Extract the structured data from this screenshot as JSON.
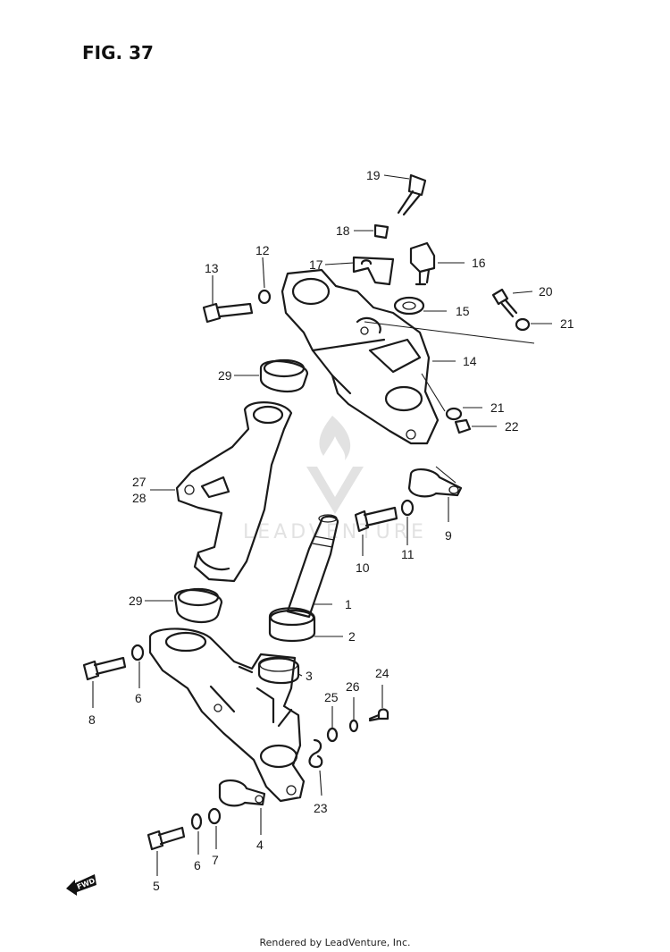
{
  "figure_title": "FIG. 37",
  "fwd_mark": "FWD",
  "watermark_text": "LEADVENTURE",
  "footer": "Rendered by LeadVenture, Inc.",
  "labels": {
    "l1": "1",
    "l2": "2",
    "l3": "3",
    "l4": "4",
    "l5": "5",
    "l6a": "6",
    "l6b": "6",
    "l7": "7",
    "l8": "8",
    "l9": "9",
    "l10": "10",
    "l11": "11",
    "l12": "12",
    "l13": "13",
    "l14": "14",
    "l15": "15",
    "l16": "16",
    "l17": "17",
    "l18": "18",
    "l19": "19",
    "l20": "20",
    "l21a": "21",
    "l21b": "21",
    "l22": "22",
    "l23": "23",
    "l24": "24",
    "l25": "25",
    "l26": "26",
    "l27": "27",
    "l28": "28",
    "l29a": "29",
    "l29b": "29"
  }
}
